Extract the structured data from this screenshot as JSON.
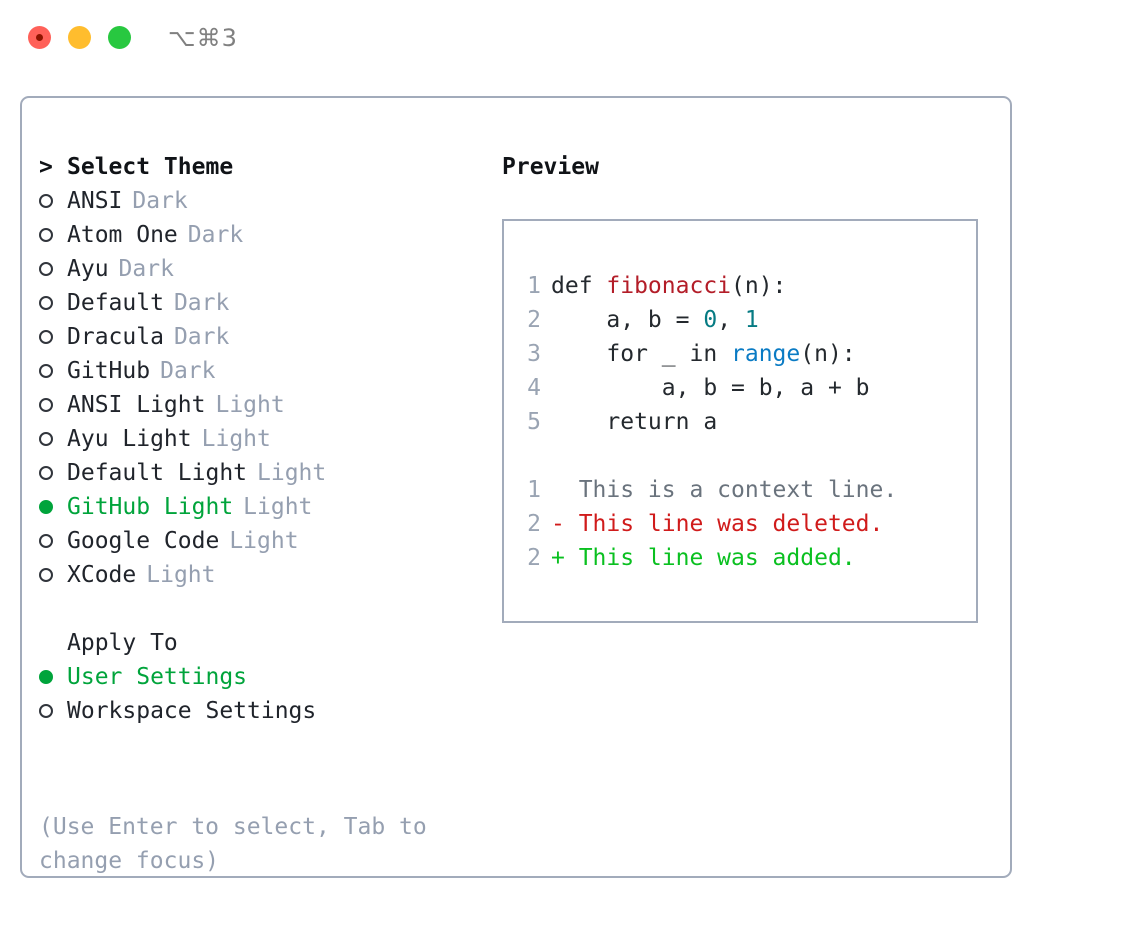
{
  "titlebar": {
    "shortcut": "⌥⌘3",
    "buttons": [
      {
        "name": "close",
        "color": "#ff6159"
      },
      {
        "name": "minimize",
        "color": "#ffbd2e"
      },
      {
        "name": "maximize",
        "color": "#28c840"
      }
    ]
  },
  "theme_picker": {
    "heading_prefix": ">",
    "heading": "Select Theme",
    "items": [
      {
        "bullet": "o",
        "label": "ANSI",
        "tag": "Dark",
        "selected": false
      },
      {
        "bullet": "o",
        "label": "Atom One",
        "tag": "Dark",
        "selected": false
      },
      {
        "bullet": "o",
        "label": "Ayu",
        "tag": "Dark",
        "selected": false
      },
      {
        "bullet": "o",
        "label": "Default",
        "tag": "Dark",
        "selected": false
      },
      {
        "bullet": "o",
        "label": "Dracula",
        "tag": "Dark",
        "selected": false
      },
      {
        "bullet": "o",
        "label": "GitHub",
        "tag": "Dark",
        "selected": false
      },
      {
        "bullet": "o",
        "label": "ANSI Light",
        "tag": "Light",
        "selected": false
      },
      {
        "bullet": "o",
        "label": "Ayu Light",
        "tag": "Light",
        "selected": false
      },
      {
        "bullet": "o",
        "label": "Default Light",
        "tag": "Light",
        "selected": false
      },
      {
        "bullet": "●",
        "label": "GitHub Light",
        "tag": "Light",
        "selected": true
      },
      {
        "bullet": "o",
        "label": "Google Code",
        "tag": "Light",
        "selected": false
      },
      {
        "bullet": "o",
        "label": "XCode",
        "tag": "Light",
        "selected": false
      }
    ]
  },
  "apply_to": {
    "heading": "Apply To",
    "items": [
      {
        "bullet": "●",
        "label": "User Settings",
        "selected": true
      },
      {
        "bullet": "o",
        "label": "Workspace Settings",
        "selected": false
      }
    ]
  },
  "hint": "(Use Enter to select, Tab to change focus)",
  "preview": {
    "title": "Preview",
    "code_lines": [
      {
        "num": "1",
        "tokens": [
          {
            "t": "def ",
            "c": "kw"
          },
          {
            "t": "fibonacci",
            "c": "fn"
          },
          {
            "t": "(n):",
            "c": "plain"
          }
        ]
      },
      {
        "num": "2",
        "tokens": [
          {
            "t": "    a, b = ",
            "c": "plain"
          },
          {
            "t": "0",
            "c": "num"
          },
          {
            "t": ", ",
            "c": "plain"
          },
          {
            "t": "1",
            "c": "num"
          }
        ]
      },
      {
        "num": "3",
        "tokens": [
          {
            "t": "    for _ in ",
            "c": "kw"
          },
          {
            "t": "range",
            "c": "call"
          },
          {
            "t": "(n):",
            "c": "plain"
          }
        ]
      },
      {
        "num": "4",
        "tokens": [
          {
            "t": "        a, b = b, a + b",
            "c": "plain"
          }
        ]
      },
      {
        "num": "5",
        "tokens": [
          {
            "t": "    return a",
            "c": "plain"
          }
        ]
      }
    ],
    "diff_lines": [
      {
        "num": "1",
        "marker": " ",
        "text": "  This is a context line.",
        "kind": "ctx"
      },
      {
        "num": "2",
        "marker": "-",
        "text": "- This line was deleted.",
        "kind": "del"
      },
      {
        "num": "2",
        "marker": "+",
        "text": "+ This line was added.",
        "kind": "add"
      }
    ]
  },
  "colors": {
    "accent_green": "#00a43b",
    "muted": "#959fb0",
    "border": "#a2abbb",
    "text": "#20242b",
    "diff_add": "#0ac020",
    "diff_del": "#d01b1b",
    "syntax_fn": "#b31d28",
    "syntax_num": "#067b83",
    "syntax_call": "#0a7bc4"
  }
}
